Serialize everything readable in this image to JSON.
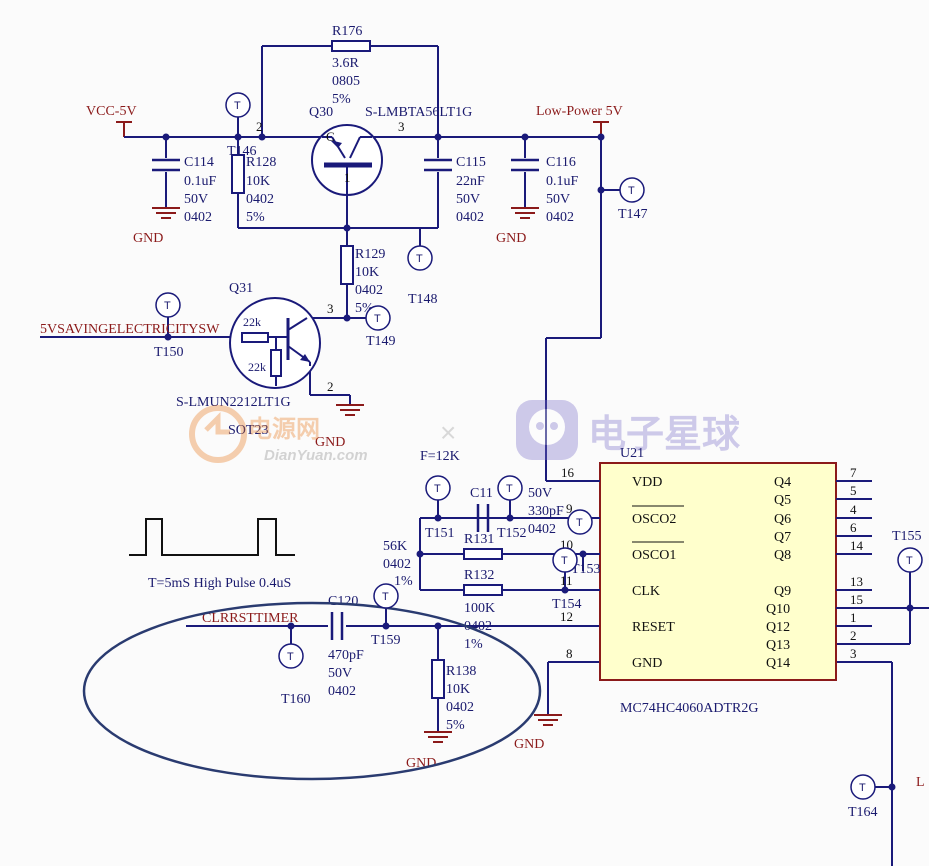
{
  "nets": {
    "vcc5v": "VCC-5V",
    "low_power_5v": "Low-Power 5V",
    "saving_sw": "5VSAVINGELECTRICITYSW",
    "clr_rst_timer": "CLRRSTTIMER",
    "gnd": "GND"
  },
  "components": {
    "r176": {
      "ref": "R176",
      "value": "3.6R",
      "package": "0805",
      "tolerance": "5%"
    },
    "q30": {
      "ref": "Q30",
      "part": "S-LMBTA56LT1G",
      "pin_c": "C",
      "pin_b": "1",
      "pin_e": "3",
      "pin_top": "2"
    },
    "c114": {
      "ref": "C114",
      "value": "0.1uF",
      "voltage": "50V",
      "package": "0402"
    },
    "r128": {
      "ref": "R128",
      "value": "10K",
      "package": "0402",
      "tolerance": "5%"
    },
    "c115": {
      "ref": "C115",
      "value": "22nF",
      "voltage": "50V",
      "package": "0402"
    },
    "c116": {
      "ref": "C116",
      "value": "0.1uF",
      "voltage": "50V",
      "package": "0402"
    },
    "r129": {
      "ref": "R129",
      "value": "10K",
      "package": "0402",
      "tolerance": "5%"
    },
    "q31": {
      "ref": "Q31",
      "part": "S-LMUN2212LT1G",
      "package": "SOT23",
      "r1": "22k",
      "r2": "22k",
      "pin_c": "3",
      "pin_e": "2"
    },
    "c117": {
      "ref": "C11",
      "voltage": "50V",
      "value": "330pF",
      "package": "0402"
    },
    "r131": {
      "ref": "R131",
      "value": "56K",
      "package": "0402",
      "tolerance": "1%"
    },
    "r132": {
      "ref": "R132",
      "value": "100K",
      "package": "0402",
      "tolerance": "1%"
    },
    "c120": {
      "ref": "C120",
      "value": "470pF",
      "voltage": "50V",
      "package": "0402"
    },
    "r138": {
      "ref": "R138",
      "value": "10K",
      "package": "0402",
      "tolerance": "5%"
    }
  },
  "test_points": [
    "T146",
    "T147",
    "T148",
    "T149",
    "T150",
    "T151",
    "T152",
    "T153",
    "T154",
    "T155",
    "T159",
    "T160",
    "T164"
  ],
  "testpoint_glyph": "T",
  "ic": {
    "ref": "U21",
    "part": "MC74HC4060ADTR2G",
    "left_pins": [
      {
        "num": "16",
        "name": "VDD"
      },
      {
        "num": "9",
        "name": "OSCO2"
      },
      {
        "num": "10",
        "name": "OSCO1"
      },
      {
        "num": "11",
        "name": "CLK"
      },
      {
        "num": "12",
        "name": "RESET"
      },
      {
        "num": "8",
        "name": "GND"
      }
    ],
    "right_pins": [
      {
        "num": "7",
        "name": "Q4"
      },
      {
        "num": "5",
        "name": "Q5"
      },
      {
        "num": "4",
        "name": "Q6"
      },
      {
        "num": "6",
        "name": "Q7"
      },
      {
        "num": "14",
        "name": "Q8"
      },
      {
        "num": "13",
        "name": "Q9"
      },
      {
        "num": "15",
        "name": "Q10"
      },
      {
        "num": "1",
        "name": "Q12"
      },
      {
        "num": "2",
        "name": "Q13"
      },
      {
        "num": "3",
        "name": "Q14"
      }
    ]
  },
  "notes": {
    "frequency": "F=12K",
    "timing": "T=5mS  High Pulse 0.4uS"
  },
  "partial_label": "L",
  "watermark": {
    "brand1": "电源网",
    "brand1_url": "DianYuan.com",
    "separator": "×",
    "brand2": "电子星球"
  }
}
